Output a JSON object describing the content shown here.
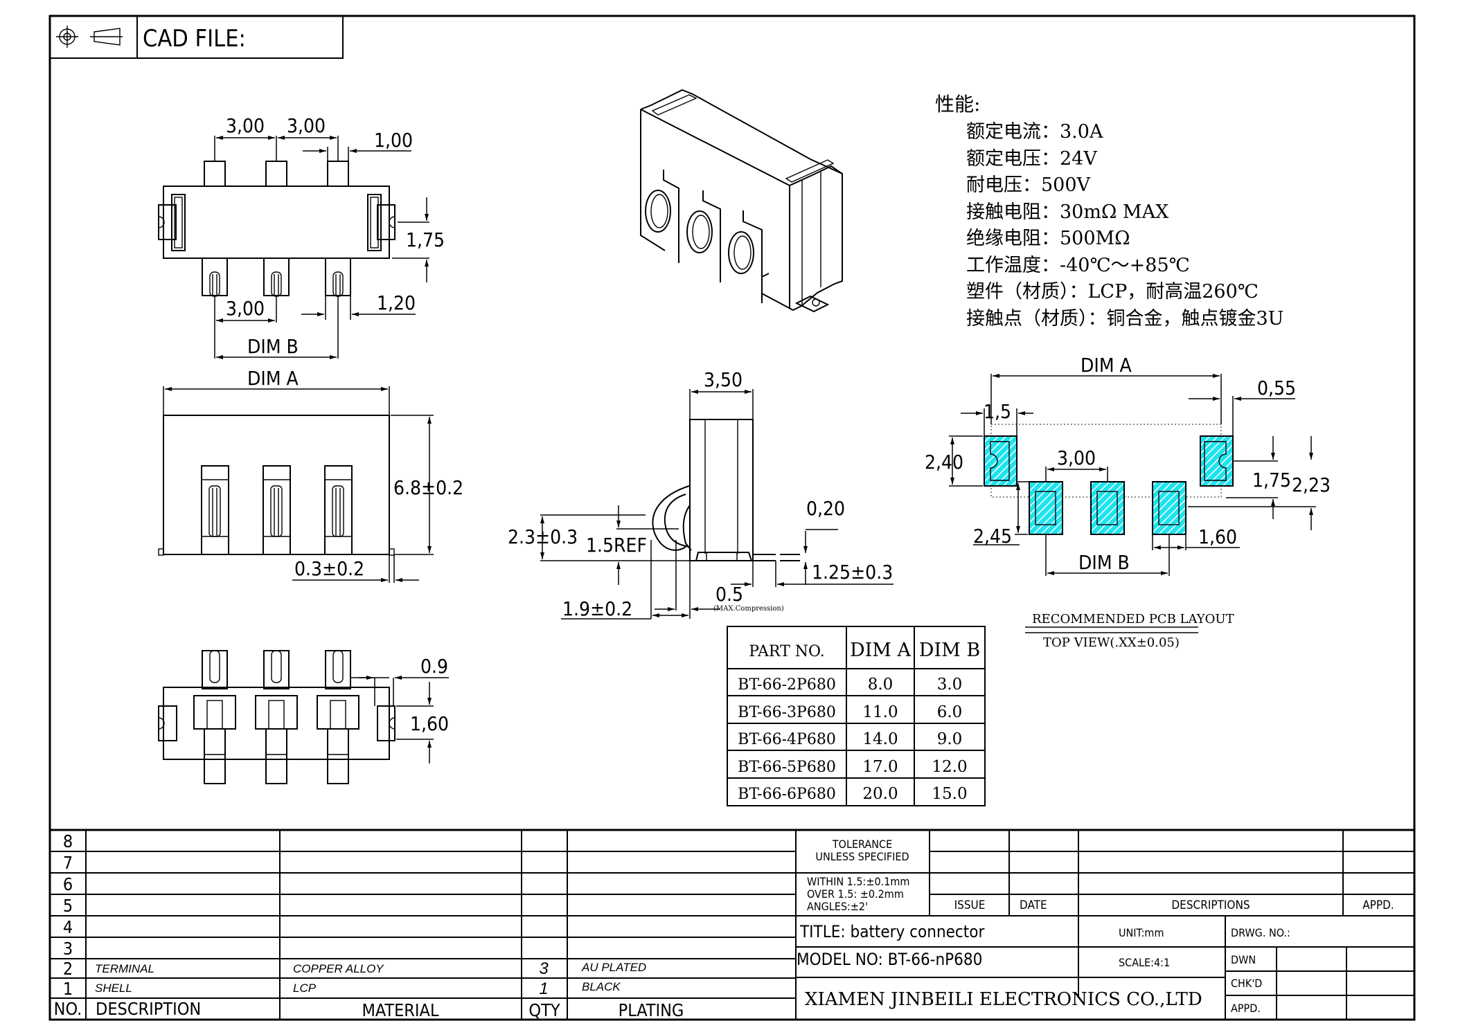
{
  "header": {
    "cad_file_label": "CAD FILE:",
    "projection_icon": "third-angle-projection-icon"
  },
  "specs": {
    "title": "性能:",
    "items": [
      "额定电流：3.0A",
      "额定电压：24V",
      "耐电压：500V",
      "接触电阻：30mΩ  MAX",
      "绝缘电阻：500MΩ",
      "工作温度：-40℃～+85℃",
      "塑件（材质）：LCP，耐高温260℃",
      "接触点（材质）：铜合金，触点镀金3U"
    ]
  },
  "top_view": {
    "pitch_1": "3,00",
    "pitch_2": "3,00",
    "pad_width": "1,00",
    "hole_offset": "1,75",
    "bottom_pitch": "3,00",
    "terminal_width": "1,20",
    "dim_b": "DIM  B"
  },
  "front_view": {
    "dim_a": "DIM  A",
    "height": "6.8±0.2",
    "standoff": "0.3±0.2"
  },
  "side_view": {
    "depth": "3,50",
    "contact_height": "2.3±0.3",
    "ref": "1.5REF",
    "thickness": "0,20",
    "foot": "1.25±0.3",
    "offset": "1.9±0.2",
    "compression": "0.5",
    "compression_note": "(MAX.Compression)"
  },
  "bottom_view": {
    "width": "0.9",
    "height": "1,60"
  },
  "pcb_layout": {
    "dim_a": "DIM  A",
    "dim_b": "DIM  B",
    "edge": "0,55",
    "side_pad_width": "1,5",
    "side_pad_height": "2,40",
    "pitch": "3,00",
    "hole_offset": "1,75",
    "total_offset": "2,23",
    "pad_height": "2,45",
    "pad_width": "1,60",
    "caption_title": "RECOMMENDED PCB LAYOUT",
    "caption_sub": "TOP VIEW(.XX±0.05)",
    "pad_color": "#1EE3EE"
  },
  "part_table": {
    "headers": [
      "PART NO.",
      "DIM A",
      "DIM B"
    ],
    "rows": [
      [
        "BT-66-2P680",
        "8.0",
        "3.0"
      ],
      [
        "BT-66-3P680",
        "11.0",
        "6.0"
      ],
      [
        "BT-66-4P680",
        "14.0",
        "9.0"
      ],
      [
        "BT-66-5P680",
        "17.0",
        "12.0"
      ],
      [
        "BT-66-6P680",
        "20.0",
        "15.0"
      ]
    ]
  },
  "bom": {
    "row_numbers": [
      "8",
      "7",
      "6",
      "5",
      "4",
      "3",
      "2",
      "1"
    ],
    "rows": [
      {
        "no": "2",
        "description": "TERMINAL",
        "material": "COPPER ALLOY",
        "qty": "3",
        "plating": "AU PLATED"
      },
      {
        "no": "1",
        "description": "SHELL",
        "material": "LCP",
        "qty": "1",
        "plating": "BLACK"
      }
    ],
    "headers": {
      "no": "NO.",
      "description": "DESCRIPTION",
      "material": "MATERIAL",
      "qty": "QTY",
      "plating": "PLATING"
    }
  },
  "title_block": {
    "tolerance_1": "TOLERANCE",
    "tolerance_2": "UNLESS SPECIFIED",
    "tol_within": "WITHIN 1.5:±0.1mm",
    "tol_over": "OVER 1.5:  ±0.2mm",
    "tol_angles": "ANGLES:±2'",
    "issue": "ISSUE",
    "date": "DATE",
    "descriptions": "DESCRIPTIONS",
    "appd": "APPD.",
    "title": "TITLE: battery connector",
    "model": "MODEL NO: BT-66-nP680",
    "unit": "UNIT:mm",
    "scale": "SCALE:4:1",
    "drwg_no": "DRWG. NO.:",
    "dwn": "DWN",
    "chkd": "CHK'D",
    "appd2": "APPD.",
    "company": "XIAMEN JINBEILI ELECTRONICS CO.,LTD"
  }
}
